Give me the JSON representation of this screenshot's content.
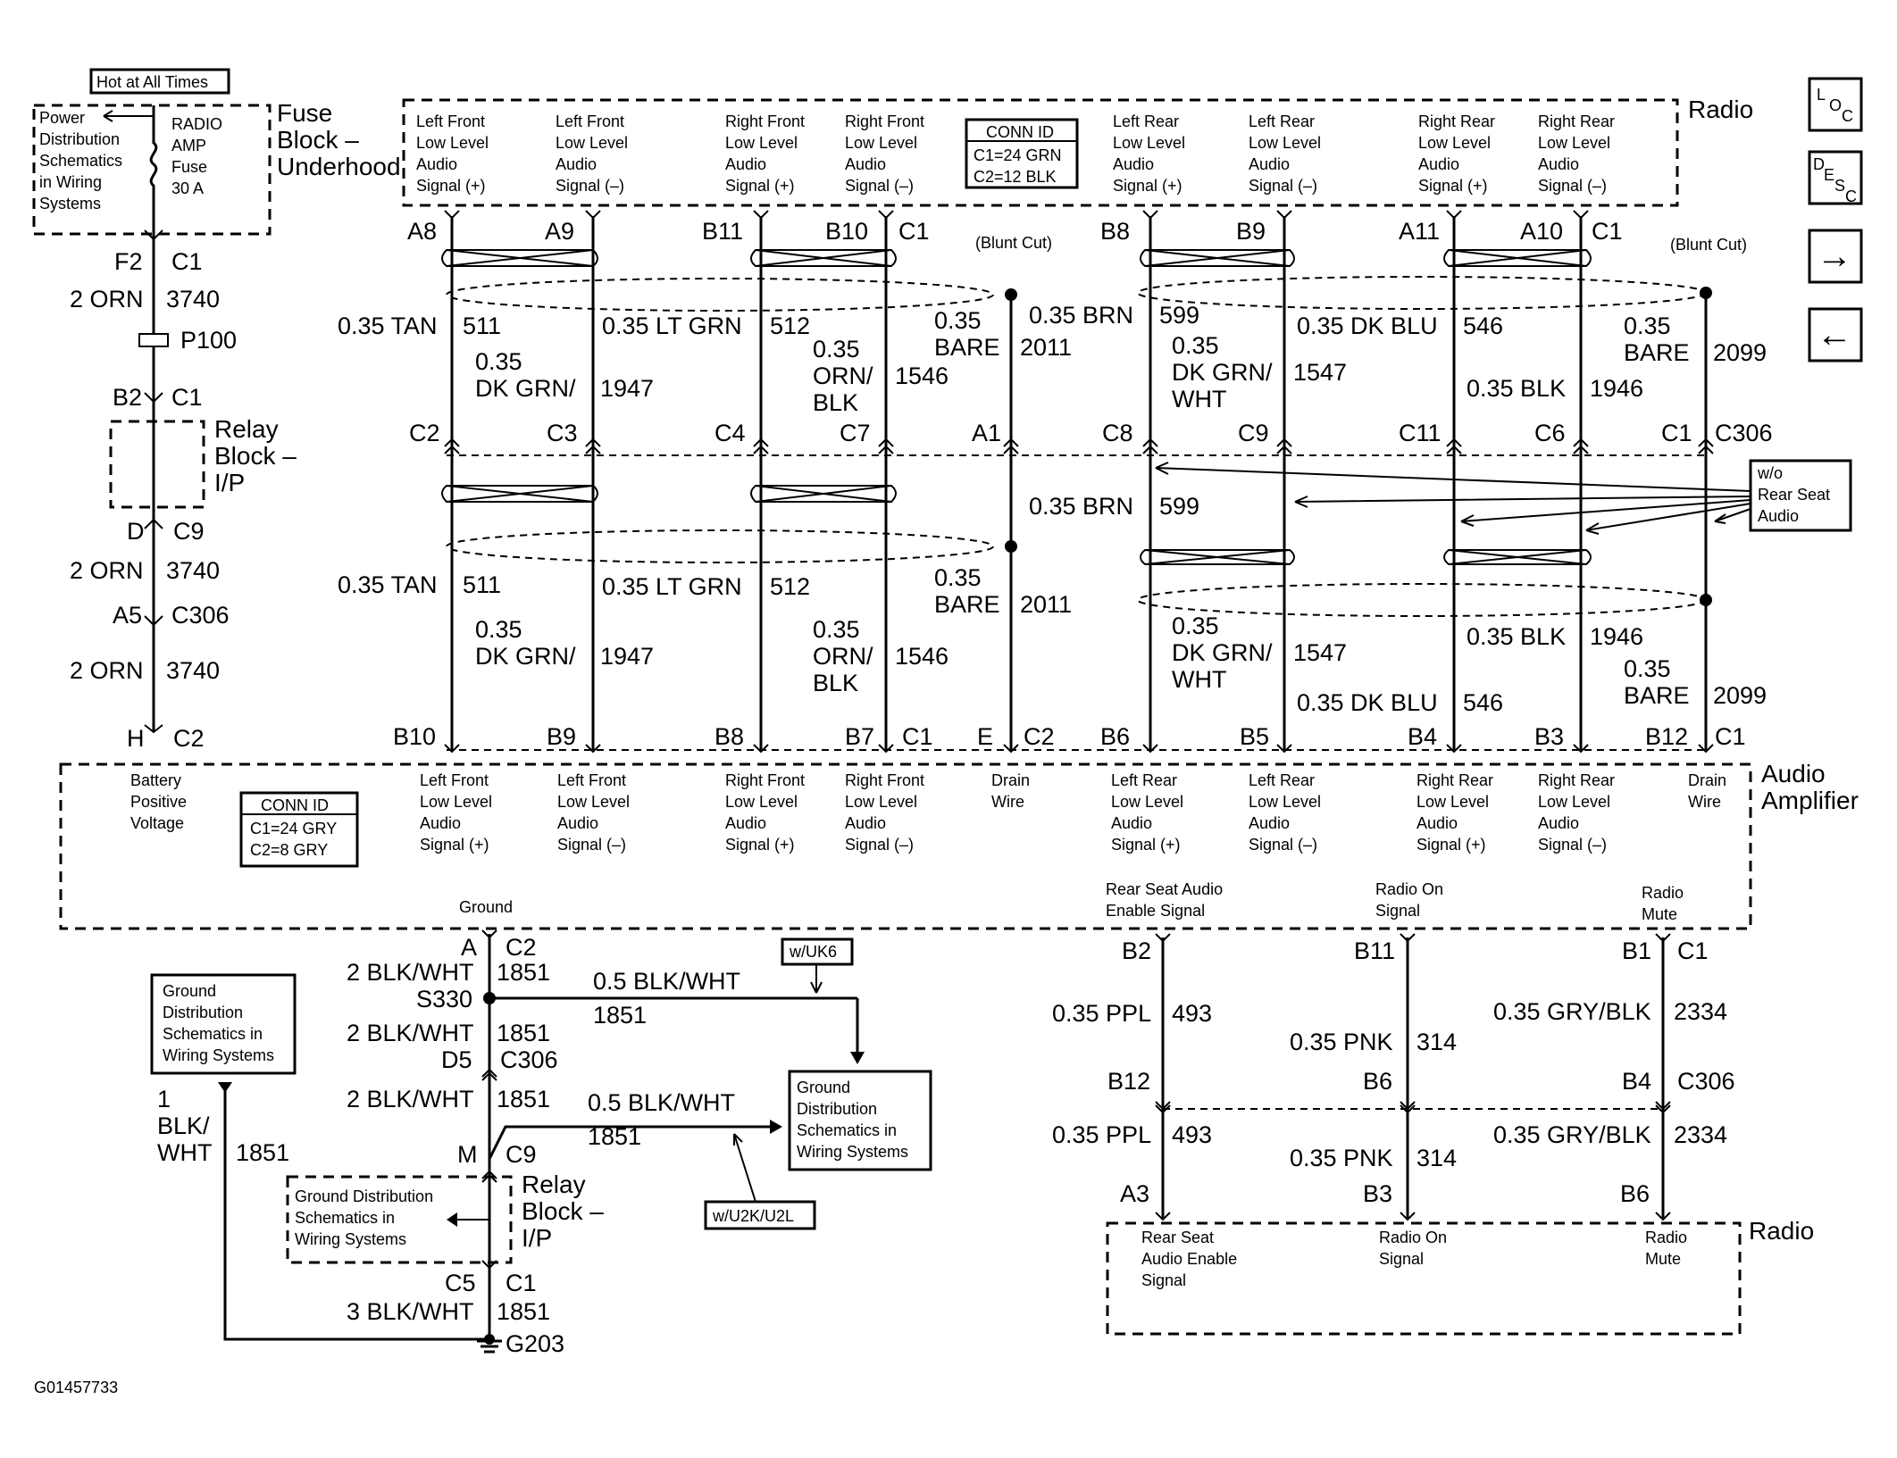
{
  "title_box": "Hot at All Times",
  "fuse_block": {
    "name": [
      "Fuse",
      "Block –",
      "Underhood"
    ],
    "power_dist": [
      "Power",
      "Distribution",
      "Schematics",
      "in Wiring",
      "Systems"
    ],
    "fuse_label": [
      "RADIO",
      "AMP",
      "Fuse",
      "30 A"
    ]
  },
  "left_circuit": {
    "pins": [
      "F2",
      "C1",
      "B2",
      "C1",
      "D",
      "C9",
      "A5",
      "C306",
      "H",
      "C2"
    ],
    "wires": [
      "2 ORN",
      "3740",
      "2 ORN",
      "3740",
      "2 ORN",
      "3740"
    ],
    "p100": "P100",
    "relay_block": [
      "Relay",
      "Block –",
      "I/P"
    ]
  },
  "radio_top": {
    "name": "Radio",
    "signals": [
      [
        "Left Front",
        "Low Level",
        "Audio",
        "Signal (+)"
      ],
      [
        "Left Front",
        "Low Level",
        "Audio",
        "Signal (–)"
      ],
      [
        "Right Front",
        "Low Level",
        "Audio",
        "Signal (+)"
      ],
      [
        "Right Front",
        "Low Level",
        "Audio",
        "Signal (–)"
      ],
      [
        "Left Rear",
        "Low Level",
        "Audio",
        "Signal (+)"
      ],
      [
        "Left Rear",
        "Low Level",
        "Audio",
        "Signal (–)"
      ],
      [
        "Right Rear",
        "Low Level",
        "Audio",
        "Signal (+)"
      ],
      [
        "Right Rear",
        "Low Level",
        "Audio",
        "Signal (–)"
      ]
    ],
    "conn_id": [
      "CONN ID",
      "C1=24 GRN",
      "C2=12 BLK"
    ]
  },
  "top_pins": [
    "A8",
    "A9",
    "B11",
    "B10",
    "C1",
    "B8",
    "B9",
    "A11",
    "A10",
    "C1"
  ],
  "blunt_cut": "(Blunt Cut)",
  "mid_pins": [
    "C2",
    "C3",
    "C4",
    "C7",
    "A1",
    "C8",
    "C9",
    "C11",
    "C6",
    "C1",
    "C306"
  ],
  "bottom_pins": [
    "B10",
    "B9",
    "B8",
    "B7",
    "C1",
    "E",
    "C2",
    "B6",
    "B5",
    "B4",
    "B3",
    "B12",
    "C1"
  ],
  "wires_upper": {
    "tan": [
      "0.35 TAN",
      "511"
    ],
    "dkgrn": [
      "0.35",
      "DK GRN/",
      "1947"
    ],
    "ltgrn": [
      "0.35 LT GRN",
      "512"
    ],
    "ornblk": [
      "0.35",
      "ORN/",
      "BLK",
      "1546"
    ],
    "bare1": [
      "0.35",
      "BARE",
      "2011"
    ],
    "brn": [
      "0.35 BRN",
      "599"
    ],
    "dkgrnwht": [
      "0.35",
      "DK GRN/",
      "WHT",
      "1547"
    ],
    "dkblu": [
      "0.35 DK BLU",
      "546"
    ],
    "blk": [
      "0.35 BLK",
      "1946"
    ],
    "bare2": [
      "0.35",
      "BARE",
      "2099"
    ]
  },
  "wires_lower": {
    "tan": [
      "0.35 TAN",
      "511"
    ],
    "dkgrn": [
      "0.35",
      "DK GRN/",
      "1947"
    ],
    "ltgrn": [
      "0.35 LT GRN",
      "512"
    ],
    "ornblk": [
      "0.35",
      "ORN/",
      "BLK",
      "1546"
    ],
    "bare1": [
      "0.35",
      "BARE",
      "2011"
    ],
    "brn": [
      "0.35 BRN",
      "599"
    ],
    "dkgrnwht": [
      "0.35",
      "DK GRN/",
      "WHT",
      "1547"
    ],
    "dkblu": [
      "0.35 DK BLU",
      "546"
    ],
    "blk": [
      "0.35 BLK",
      "1946"
    ],
    "bare2": [
      "0.35",
      "BARE",
      "2099"
    ]
  },
  "wo_rear": [
    "w/o",
    "Rear Seat",
    "Audio"
  ],
  "amplifier": {
    "name": [
      "Audio",
      "Amplifier"
    ],
    "battery": [
      "Battery",
      "Positive",
      "Voltage"
    ],
    "conn_id": [
      "CONN ID",
      "C1=24 GRY",
      "C2=8 GRY"
    ],
    "signals": [
      [
        "Left Front",
        "Low Level",
        "Audio",
        "Signal (+)"
      ],
      [
        "Left Front",
        "Low Level",
        "Audio",
        "Signal (–)"
      ],
      [
        "Right Front",
        "Low Level",
        "Audio",
        "Signal (+)"
      ],
      [
        "Right Front",
        "Low Level",
        "Audio",
        "Signal (–)"
      ],
      [
        "Drain",
        "Wire"
      ],
      [
        "Left Rear",
        "Low Level",
        "Audio",
        "Signal (+)"
      ],
      [
        "Left Rear",
        "Low Level",
        "Audio",
        "Signal (–)"
      ],
      [
        "Right Rear",
        "Low Level",
        "Audio",
        "Signal (+)"
      ],
      [
        "Right Rear",
        "Low Level",
        "Audio",
        "Signal (–)"
      ],
      [
        "Drain",
        "Wire"
      ]
    ],
    "ground": "Ground",
    "rear_enable": [
      "Rear Seat Audio",
      "Enable Signal"
    ],
    "radio_on": [
      "Radio On",
      "Signal"
    ],
    "radio_mute": [
      "Radio",
      "Mute"
    ]
  },
  "ground_circuit": {
    "pins": [
      "A",
      "C2",
      "S330",
      "D5",
      "C306",
      "M",
      "C9",
      "C5",
      "C1"
    ],
    "wires": [
      "2 BLK/WHT",
      "1851",
      "2 BLK/WHT",
      "1851",
      "2 BLK/WHT",
      "1851",
      "3 BLK/WHT",
      "1851"
    ],
    "branch1": [
      "0.5 BLK/WHT",
      "1851"
    ],
    "branch2": [
      "0.5 BLK/WHT",
      "1851"
    ],
    "wuk6": "w/UK6",
    "wu2k": "w/U2K/U2L",
    "gds": [
      "Ground",
      "Distribution",
      "Schematics in",
      "Wiring Systems"
    ],
    "gds_left": [
      "Ground",
      "Distribution",
      "Schematics in",
      "Wiring Systems"
    ],
    "gds_relay": [
      "Ground Distribution",
      "Schematics in",
      "Wiring Systems"
    ],
    "left_wire": [
      "1",
      "BLK/",
      "WHT",
      "1851"
    ],
    "relay_block": [
      "Relay",
      "Block –",
      "I/P"
    ],
    "g203": "G203"
  },
  "right_circuit": {
    "pins_top": [
      "B2",
      "B11",
      "B1",
      "C1"
    ],
    "pins_mid": [
      "B12",
      "B6",
      "B4",
      "C306"
    ],
    "pins_bot": [
      "A3",
      "B3",
      "B6"
    ],
    "wires_upper": [
      [
        "0.35 PPL",
        "493"
      ],
      [
        "0.35 PNK",
        "314"
      ],
      [
        "0.35 GRY/BLK",
        "2334"
      ]
    ],
    "wires_lower": [
      [
        "0.35 PPL",
        "493"
      ],
      [
        "0.35 PNK",
        "314"
      ],
      [
        "0.35 GRY/BLK",
        "2334"
      ]
    ]
  },
  "radio_bottom": {
    "name": "Radio",
    "signals": [
      [
        "Rear Seat",
        "Audio Enable",
        "Signal"
      ],
      [
        "Radio On",
        "Signal"
      ],
      [
        "Radio",
        "Mute"
      ]
    ]
  },
  "nav": {
    "loc": [
      "L",
      "O",
      "C"
    ],
    "desc": [
      "D",
      "E",
      "S",
      "C"
    ],
    "next": "→",
    "prev": "←"
  },
  "figure_id": "G01457733"
}
